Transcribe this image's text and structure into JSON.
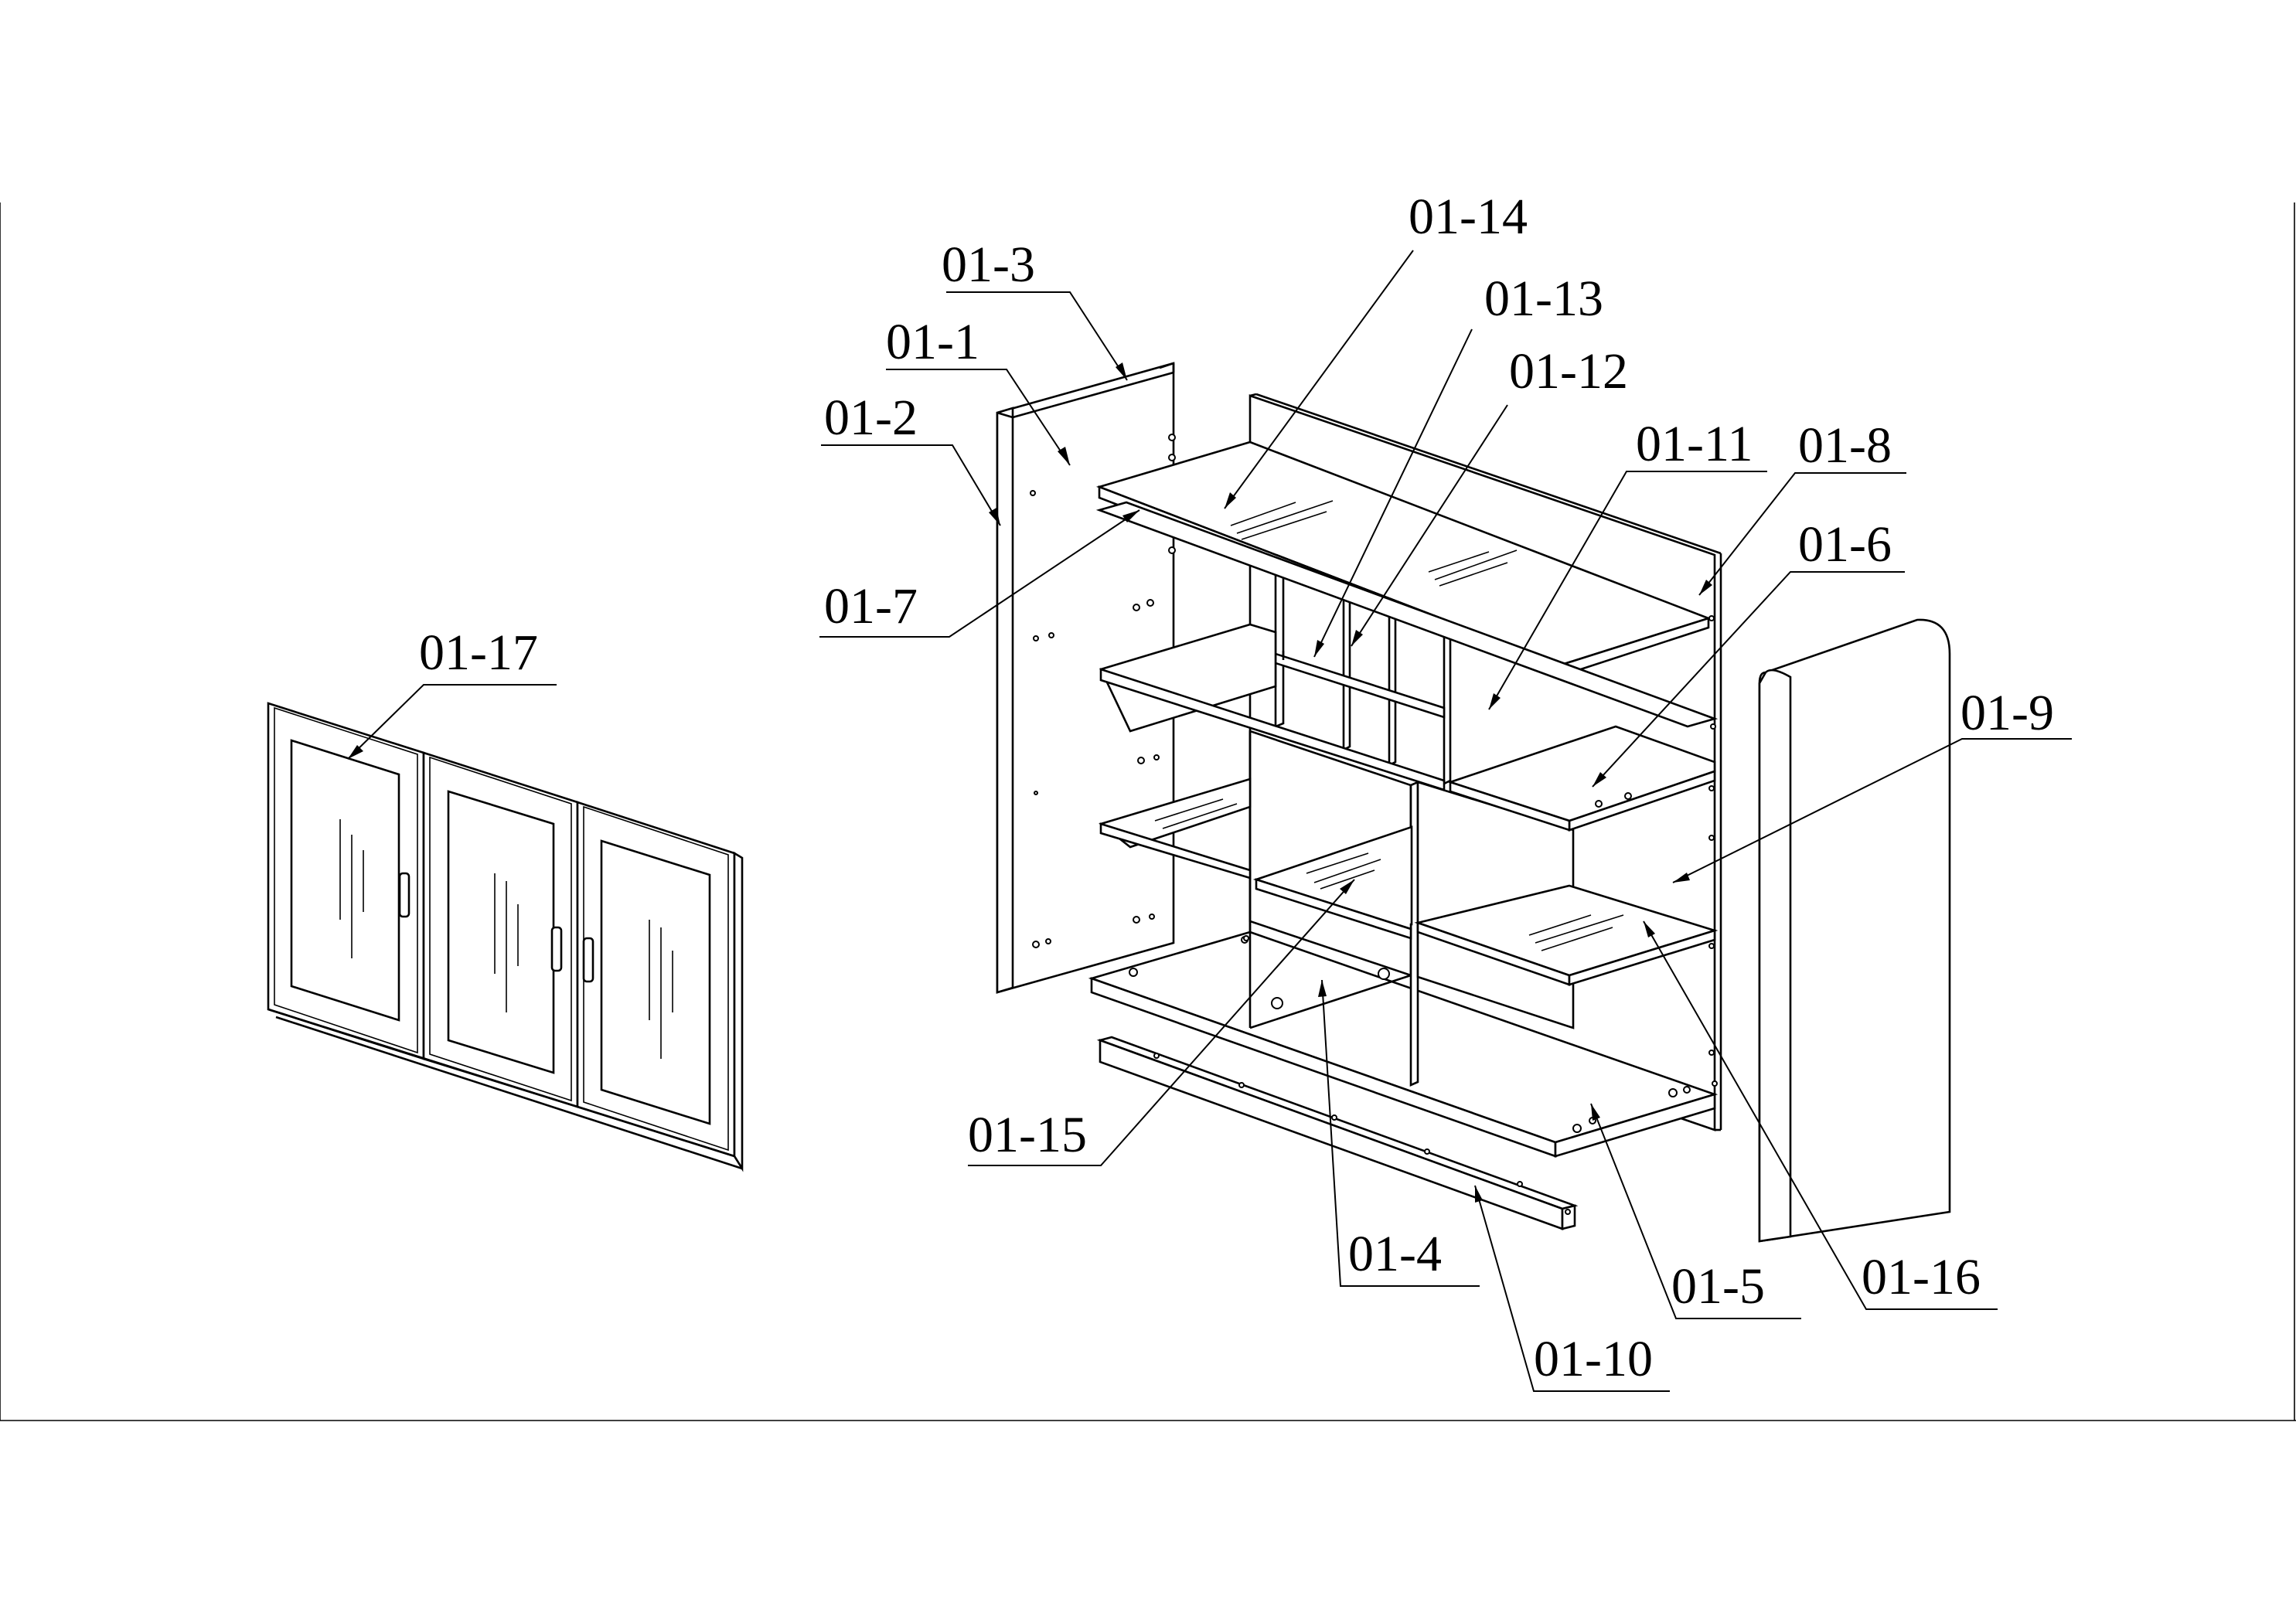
{
  "diagram": {
    "parts": [
      {
        "id": "p3",
        "label": "01-3"
      },
      {
        "id": "p1",
        "label": "01-1"
      },
      {
        "id": "p2",
        "label": "01-2"
      },
      {
        "id": "p7",
        "label": "01-7"
      },
      {
        "id": "p14",
        "label": "01-14"
      },
      {
        "id": "p13",
        "label": "01-13"
      },
      {
        "id": "p12",
        "label": "01-12"
      },
      {
        "id": "p11",
        "label": "01-11"
      },
      {
        "id": "p8",
        "label": "01-8"
      },
      {
        "id": "p6",
        "label": "01-6"
      },
      {
        "id": "p9",
        "label": "01-9"
      },
      {
        "id": "p17",
        "label": "01-17"
      },
      {
        "id": "p15",
        "label": "01-15"
      },
      {
        "id": "p4",
        "label": "01-4"
      },
      {
        "id": "p10",
        "label": "01-10"
      },
      {
        "id": "p5",
        "label": "01-5"
      },
      {
        "id": "p16",
        "label": "01-16"
      }
    ]
  }
}
